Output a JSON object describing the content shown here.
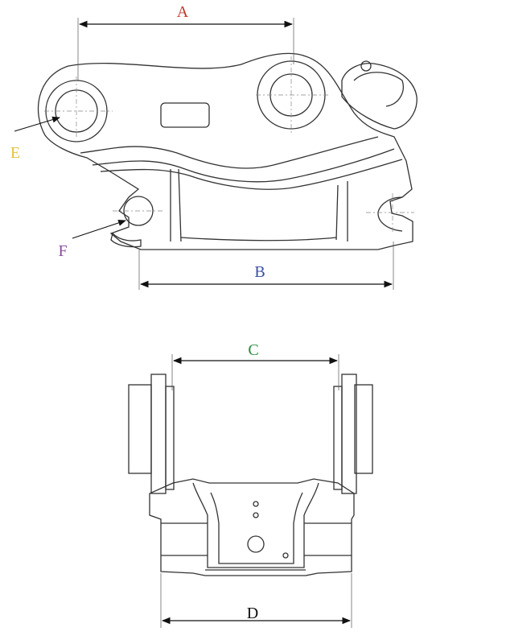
{
  "labels": {
    "a": {
      "text": "A",
      "color": "#c0392b"
    },
    "b": {
      "text": "B",
      "color": "#3a4ea0"
    },
    "c": {
      "text": "C",
      "color": "#2e8b3e"
    },
    "d": {
      "text": "D",
      "color": "#111111"
    },
    "e": {
      "text": "E",
      "color": "#e8c040"
    },
    "f": {
      "text": "F",
      "color": "#8a4aa0"
    }
  },
  "colors": {
    "line": "#333333",
    "light_line": "#888888"
  }
}
